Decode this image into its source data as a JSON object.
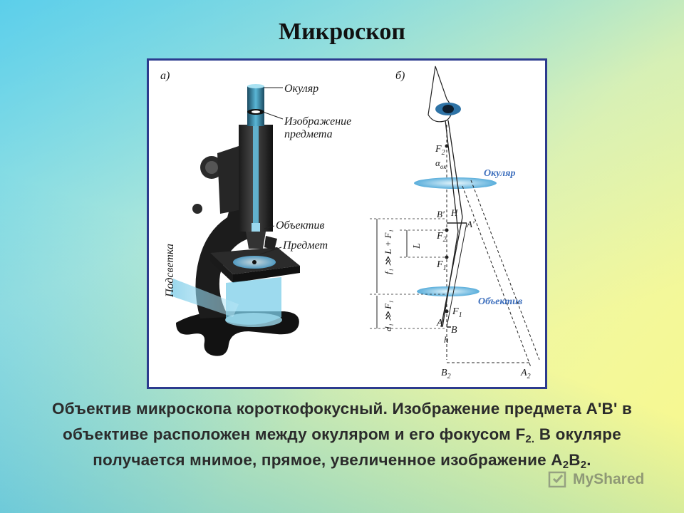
{
  "slide": {
    "title": "Микроскоп"
  },
  "figure": {
    "panel_a_label": "а)",
    "panel_b_label": "б)",
    "a_labels": {
      "eyepiece": "Окуляр",
      "image_line1": "Изображение",
      "image_line2": "предмета",
      "objective": "Объектив",
      "object": "Предмет",
      "illumination": "Подсветка"
    },
    "b_labels": {
      "F2_top": "F",
      "F2_top_sub": "2",
      "alpha": "α",
      "alpha_sub": "ок",
      "eyepiece": "Окуляр",
      "B_prime": "B'",
      "H": "H",
      "A_prime": "A'",
      "L": "L",
      "F2_mid": "F",
      "F2_mid_sub": "2",
      "F1_mid": "F",
      "F1_mid_sub": "1",
      "objective": "Объектив",
      "F1_low": "F",
      "F1_low_sub": "1",
      "A": "A",
      "B": "B",
      "h": "h",
      "B2": "B",
      "B2_sub": "2",
      "A2": "A",
      "A2_sub": "2",
      "f1_relation": "f₁ ≫ L + F₁",
      "d1_relation": "d₁ ≫ F₁"
    }
  },
  "caption": {
    "part1": "Объектив микроскопа короткофокусный. Изображение предмета A'B' в объективе расположен между окуляром и его фокусом F",
    "sub1": "2.",
    "part2": " В окуляре получается мнимое, прямое, увеличенное изображение A",
    "sub2": "2",
    "part3": "B",
    "sub3": "2",
    "part4": "."
  },
  "watermark": {
    "text": "MyShared"
  }
}
